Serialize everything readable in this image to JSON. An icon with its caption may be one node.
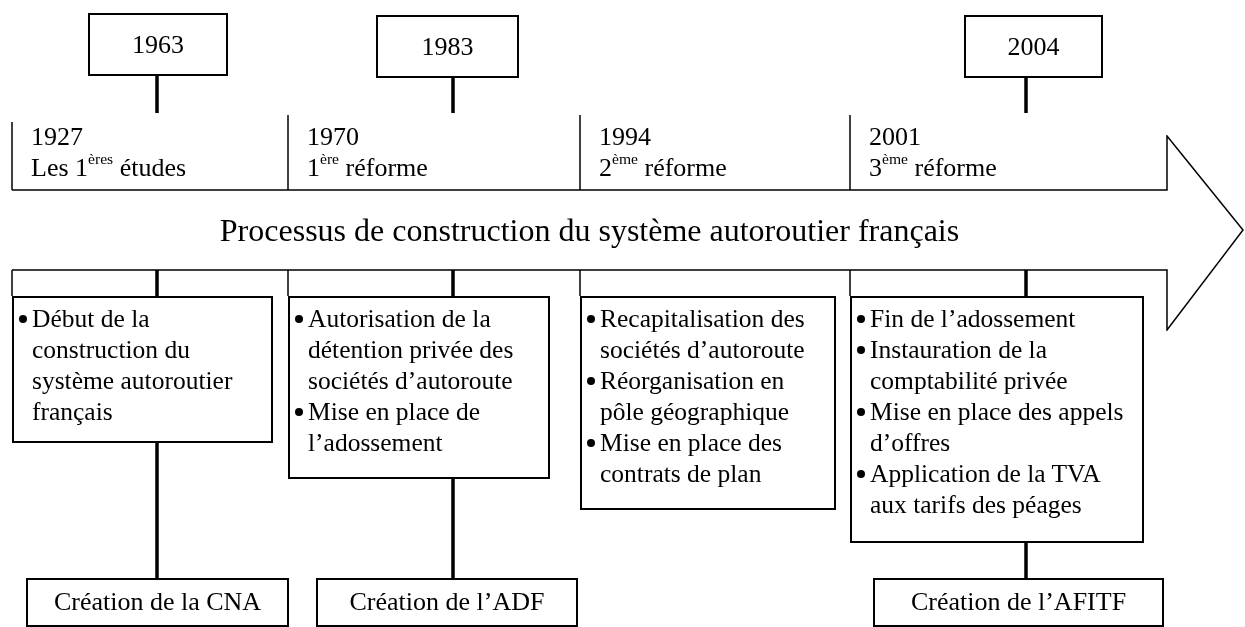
{
  "diagram": {
    "nodes": [
      {
        "text": [
          "1963"
        ]
      },
      {
        "text": [
          "1983"
        ]
      },
      {
        "text": [
          "2004"
        ]
      },
      {
        "text": [
          "Processus de construction du système autoroutier français"
        ]
      },
      {
        "text": [
          "Début de la construction du système autoroutier français"
        ]
      },
      {
        "text": [
          "Autorisation de la détention privée des sociétés d’autoroute",
          "Mise en place de l’adossement"
        ]
      },
      {
        "text": [
          "Recapitalisation des sociétés d’autoroute",
          "Réorganisation en pôle géographique",
          "Mise en place des contrats de plan"
        ]
      },
      {
        "text": [
          "Fin de l’adossement",
          "Instauration de la comptabilité privée",
          "Mise en place des appels d’offres",
          "Application de la TVA aux tarifs des péages"
        ]
      },
      {
        "text": [
          "Création de la CNA"
        ]
      },
      {
        "text": [
          "Création de l’ADF"
        ]
      },
      {
        "text": [
          "Création de l’AFITF"
        ]
      }
    ],
    "edges": [
      {
        "from": 0,
        "to": null,
        "arrow": "none"
      },
      {
        "from": 1,
        "to": null,
        "arrow": "none"
      },
      {
        "from": 2,
        "to": null,
        "arrow": "none"
      },
      {
        "from": 3,
        "to": 4,
        "arrow": "none"
      },
      {
        "from": 3,
        "to": 5,
        "arrow": "none"
      },
      {
        "from": 3,
        "to": 7,
        "arrow": "none"
      },
      {
        "from": 4,
        "to": 8,
        "arrow": "none"
      },
      {
        "from": 5,
        "to": 9,
        "arrow": "none"
      },
      {
        "from": 7,
        "to": 10,
        "arrow": "none"
      }
    ],
    "labels": [
      "1927",
      "Les 1$^{ères}$ études",
      "1970",
      "1$^{ère}$ réforme",
      "1994",
      "2$^{ème}$ réforme",
      "2001",
      "3$^{ème}$ réforme"
    ]
  }
}
